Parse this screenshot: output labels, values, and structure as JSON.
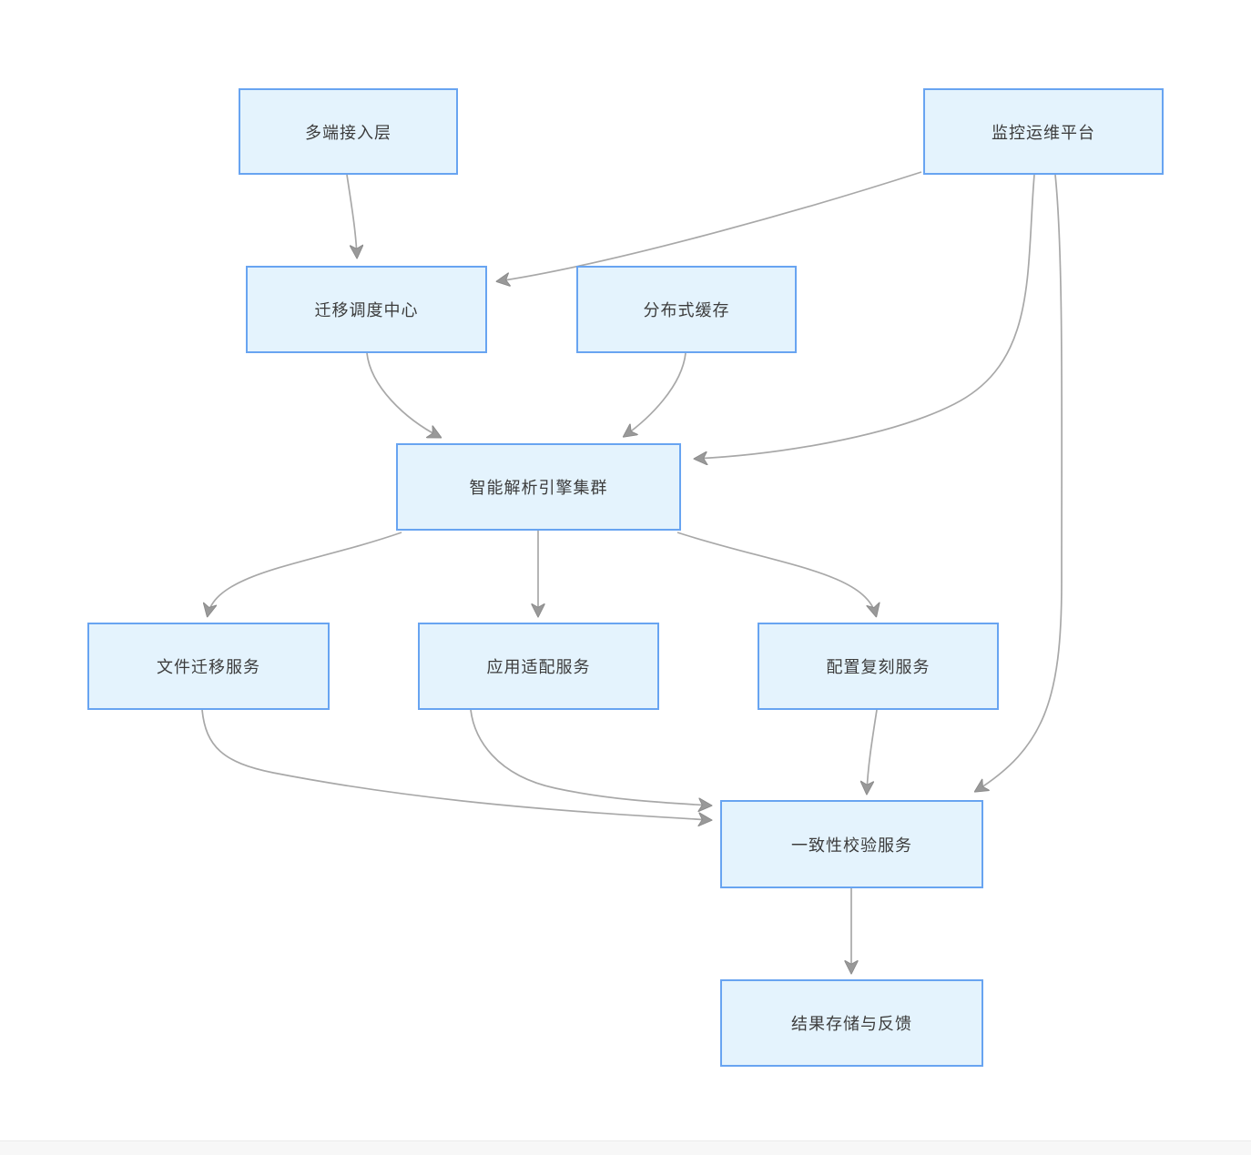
{
  "diagram": {
    "type": "flowchart",
    "nodes": [
      {
        "id": "multi-end-access-layer",
        "label": "多端接入层"
      },
      {
        "id": "monitoring-ops-platform",
        "label": "监控运维平台"
      },
      {
        "id": "migration-scheduling-center",
        "label": "迁移调度中心"
      },
      {
        "id": "distributed-cache",
        "label": "分布式缓存"
      },
      {
        "id": "parsing-engine-cluster",
        "label": "智能解析引擎集群"
      },
      {
        "id": "file-migration-service",
        "label": "文件迁移服务"
      },
      {
        "id": "app-adaptation-service",
        "label": "应用适配服务"
      },
      {
        "id": "config-replication-service",
        "label": "配置复刻服务"
      },
      {
        "id": "consistency-check-service",
        "label": "一致性校验服务"
      },
      {
        "id": "result-storage-feedback",
        "label": "结果存储与反馈"
      }
    ],
    "edges": [
      {
        "from": "多端接入层",
        "to": "迁移调度中心"
      },
      {
        "from": "监控运维平台",
        "to": "迁移调度中心"
      },
      {
        "from": "迁移调度中心",
        "to": "智能解析引擎集群"
      },
      {
        "from": "分布式缓存",
        "to": "智能解析引擎集群"
      },
      {
        "from": "监控运维平台",
        "to": "智能解析引擎集群"
      },
      {
        "from": "智能解析引擎集群",
        "to": "文件迁移服务"
      },
      {
        "from": "智能解析引擎集群",
        "to": "应用适配服务"
      },
      {
        "from": "智能解析引擎集群",
        "to": "配置复刻服务"
      },
      {
        "from": "文件迁移服务",
        "to": "一致性校验服务"
      },
      {
        "from": "应用适配服务",
        "to": "一致性校验服务"
      },
      {
        "from": "配置复刻服务",
        "to": "一致性校验服务"
      },
      {
        "from": "监控运维平台",
        "to": "一致性校验服务"
      },
      {
        "from": "一致性校验服务",
        "to": "结果存储与反馈"
      }
    ],
    "colors": {
      "node_fill": "#e4f3fd",
      "node_border": "#68a4f1",
      "node_text": "#3c3c3c",
      "edge": "#a8a8a8",
      "arrowhead": "#999999",
      "background": "#ffffff",
      "footer": "#f7f7f7"
    }
  }
}
